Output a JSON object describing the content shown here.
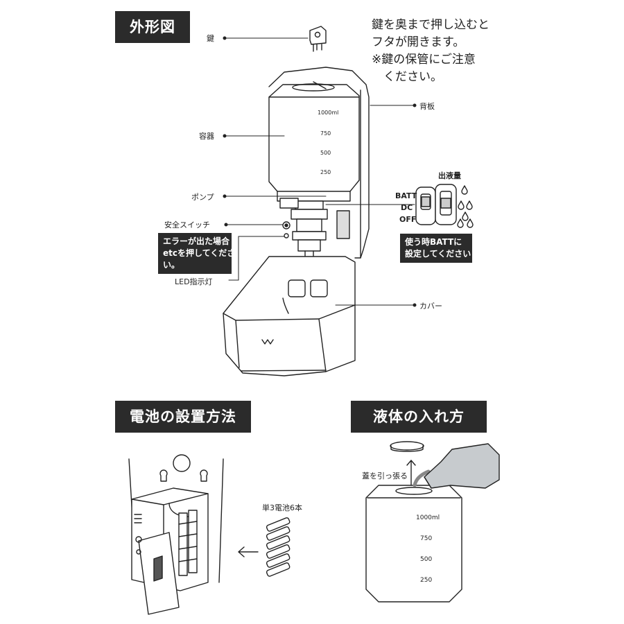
{
  "sections": {
    "exterior_title": "外形図",
    "battery_title": "電池の設置方法",
    "liquid_title": "液体の入れ方"
  },
  "key_note": "鍵を奥まで押し込むと\nフタが開きます。\n※鍵の保管にご注意\n　ください。",
  "labels": {
    "key": "鍵",
    "back_plate": "背板",
    "container": "容器",
    "pump": "ポンプ",
    "safety_switch": "安全スイッチ",
    "led": "LED指示灯",
    "cover": "カバー",
    "dispense_volume": "出液量",
    "batteries": "単3電池6本",
    "pull_cap": "蓋を引っ張る"
  },
  "notes": {
    "error_note": "エラーが出た場合\netcを押してくださ\nい。",
    "batt_note": "使う時BATTに\n設定してください"
  },
  "switch": {
    "batt": "BATT",
    "dc": "DC",
    "off": "OFF"
  },
  "container_scale": [
    "1000ml",
    "750",
    "500",
    "250"
  ],
  "bottle_scale": [
    "1000ml",
    "750",
    "500",
    "250"
  ]
}
